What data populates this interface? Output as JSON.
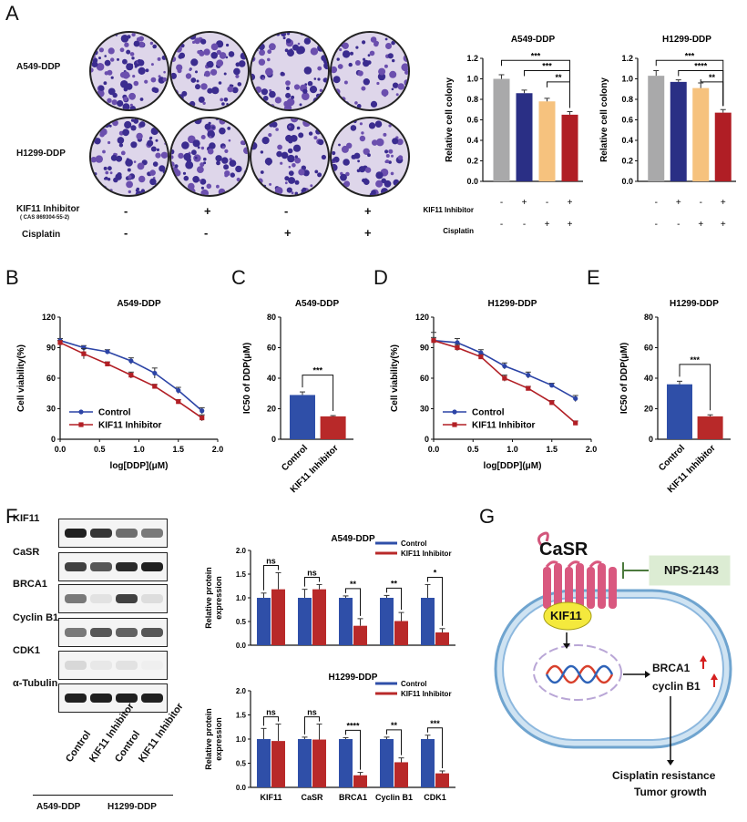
{
  "panels": {
    "A": "A",
    "B": "B",
    "C": "C",
    "D": "D",
    "E": "E",
    "F": "F",
    "G": "G"
  },
  "panel_a": {
    "row_labels": [
      "A549-DDP",
      "H1299-DDP"
    ],
    "treat_labels": {
      "inhibitor": "KIF11 Inhibitor",
      "cas": "( CAS 869304-55-2)",
      "cisplatin": "Cisplatin"
    },
    "inhibitor_signs": [
      "-",
      "+",
      "-",
      "+"
    ],
    "cisplatin_signs": [
      "-",
      "-",
      "+",
      "+"
    ]
  },
  "bar_treatment": {
    "inhibitor_label": "KIF11 Inhibitor",
    "cisplatin_label": "Cisplatin",
    "inhibitor_signs": [
      "-",
      "+",
      "-",
      "+"
    ],
    "cisplatin_signs": [
      "-",
      "-",
      "+",
      "+"
    ]
  },
  "colors": {
    "gray": "#a9a9aa",
    "navy": "#2a2f85",
    "peach": "#f6c27e",
    "red": "#b01e25",
    "blue": "#2f4fa8",
    "darkred": "#b82929",
    "line_blue": "#2c44a6",
    "line_red": "#b21f25"
  },
  "chart_data": [
    {
      "id": "A-A549",
      "type": "bar",
      "title": "A549-DDP",
      "ylabel": "Relative cell colony",
      "ylim": [
        0,
        1.2
      ],
      "yticks": [
        "0.0",
        "0.2",
        "0.4",
        "0.6",
        "0.8",
        "1.0",
        "1.2"
      ],
      "values": [
        1.0,
        0.86,
        0.78,
        0.65
      ],
      "errors": [
        0.04,
        0.03,
        0.03,
        0.03
      ],
      "sig": [
        "***",
        "***",
        "**"
      ]
    },
    {
      "id": "A-H1299",
      "type": "bar",
      "title": "H1299-DDP",
      "ylabel": "Relative cell colony",
      "ylim": [
        0,
        1.2
      ],
      "yticks": [
        "0.0",
        "0.2",
        "0.4",
        "0.6",
        "0.8",
        "1.0",
        "1.2"
      ],
      "values": [
        1.03,
        0.97,
        0.91,
        0.67
      ],
      "errors": [
        0.05,
        0.02,
        0.05,
        0.03
      ],
      "sig": [
        "***",
        "****",
        "**"
      ]
    },
    {
      "id": "B",
      "type": "line",
      "title": "A549-DDP",
      "xlabel": "log[DDP](μM)",
      "ylabel": "Cell viability(%)",
      "xlim": [
        0,
        2.0
      ],
      "ylim": [
        0,
        120
      ],
      "xticks": [
        "0.0",
        "0.5",
        "1.0",
        "1.5",
        "2.0"
      ],
      "yticks": [
        "0",
        "30",
        "60",
        "90",
        "120"
      ],
      "x": [
        0,
        0.3,
        0.6,
        0.9,
        1.2,
        1.5,
        1.8
      ],
      "series": [
        {
          "name": "Control",
          "values": [
            97,
            90,
            86,
            77,
            65,
            48,
            28
          ],
          "errors": [
            2,
            2,
            2,
            3,
            5,
            3,
            3
          ]
        },
        {
          "name": "KIF11 Inhibitor",
          "values": [
            95,
            84,
            74,
            63,
            52,
            37,
            21
          ],
          "errors": [
            2,
            5,
            2,
            3,
            2,
            2,
            3
          ]
        }
      ]
    },
    {
      "id": "C",
      "type": "bar",
      "title": "A549-DDP",
      "ylabel": "IC50 of DDP(μM)",
      "ylim": [
        0,
        80
      ],
      "yticks": [
        "0",
        "20",
        "40",
        "60",
        "80"
      ],
      "categories": [
        "Control",
        "KIF11 Inhibitor"
      ],
      "values": [
        29,
        15
      ],
      "errors": [
        2,
        0.5
      ],
      "sig": "***"
    },
    {
      "id": "D",
      "type": "line",
      "title": "H1299-DDP",
      "xlabel": "log[DDP](μM)",
      "ylabel": "Cell viability(%)",
      "xlim": [
        0,
        2.0
      ],
      "ylim": [
        0,
        120
      ],
      "xticks": [
        "0.0",
        "0.5",
        "1.0",
        "1.5",
        "2.0"
      ],
      "yticks": [
        "0",
        "30",
        "60",
        "90",
        "120"
      ],
      "x": [
        0,
        0.3,
        0.6,
        0.9,
        1.2,
        1.5,
        1.8
      ],
      "series": [
        {
          "name": "Control",
          "values": [
            97,
            95,
            85,
            72,
            63,
            53,
            40
          ],
          "errors": [
            3,
            4,
            3,
            3,
            3,
            2,
            3
          ]
        },
        {
          "name": "KIF11 Inhibitor",
          "values": [
            97,
            90,
            81,
            60,
            50,
            36,
            16
          ],
          "errors": [
            8,
            3,
            2,
            3,
            2,
            2,
            2
          ]
        }
      ]
    },
    {
      "id": "E",
      "type": "bar",
      "title": "H1299-DDP",
      "ylabel": "IC50 of DDP(μM)",
      "ylim": [
        0,
        80
      ],
      "yticks": [
        "0",
        "20",
        "40",
        "60",
        "80"
      ],
      "categories": [
        "Control",
        "KIF11 Inhibitor"
      ],
      "values": [
        36,
        15
      ],
      "errors": [
        2,
        1
      ],
      "sig": "***"
    },
    {
      "id": "F-A549",
      "type": "bar",
      "title": "A549-DDP",
      "ylabel": "Relative protein expression",
      "ylim": [
        0,
        2.0
      ],
      "yticks": [
        "0.0",
        "0.5",
        "1.0",
        "1.5",
        "2.0"
      ],
      "categories": [
        "KIF11",
        "CaSR",
        "BRCA1",
        "Cyclin B1",
        "CDK1"
      ],
      "series": [
        {
          "name": "Control",
          "values": [
            1.0,
            1.0,
            1.0,
            1.0,
            1.0
          ],
          "errors": [
            0.1,
            0.18,
            0.04,
            0.05,
            0.28
          ]
        },
        {
          "name": "KIF11 Inhibitor",
          "values": [
            1.18,
            1.18,
            0.41,
            0.51,
            0.27
          ],
          "errors": [
            0.35,
            0.1,
            0.15,
            0.18,
            0.08
          ]
        }
      ],
      "sig": [
        "ns",
        "ns",
        "**",
        "**",
        "*"
      ]
    },
    {
      "id": "F-H1299",
      "type": "bar",
      "title": "H1299-DDP",
      "ylabel": "Relative protein expression",
      "ylim": [
        0,
        2.0
      ],
      "yticks": [
        "0.0",
        "0.5",
        "1.0",
        "1.5",
        "2.0"
      ],
      "categories": [
        "KIF11",
        "CaSR",
        "BRCA1",
        "Cyclin B1",
        "CDK1"
      ],
      "series": [
        {
          "name": "Control",
          "values": [
            1.0,
            1.0,
            1.0,
            1.0,
            1.0
          ],
          "errors": [
            0.22,
            0.04,
            0.03,
            0.04,
            0.08
          ]
        },
        {
          "name": "KIF11 Inhibitor",
          "values": [
            0.96,
            0.99,
            0.25,
            0.52,
            0.29
          ],
          "errors": [
            0.35,
            0.32,
            0.06,
            0.09,
            0.05
          ]
        }
      ],
      "sig": [
        "ns",
        "ns",
        "****",
        "**",
        "***"
      ]
    }
  ],
  "panel_f_blot": {
    "proteins": [
      "KIF11",
      "CaSR",
      "BRCA1",
      "Cyclin B1",
      "CDK1",
      "α-Tubulin"
    ],
    "lanes": [
      "Control",
      "KIF11 Inhibitor",
      "Control",
      "KIF11 Inhibitor"
    ],
    "groups": [
      "A549-DDP",
      "H1299-DDP"
    ]
  },
  "panel_g": {
    "receptor": "CaSR",
    "drug": "NPS-2143",
    "kinesin": "KIF11",
    "targets": [
      "BRCA1",
      "cyclin B1"
    ],
    "outcomes": [
      "Cisplatin resistance",
      "Tumor growth"
    ]
  }
}
